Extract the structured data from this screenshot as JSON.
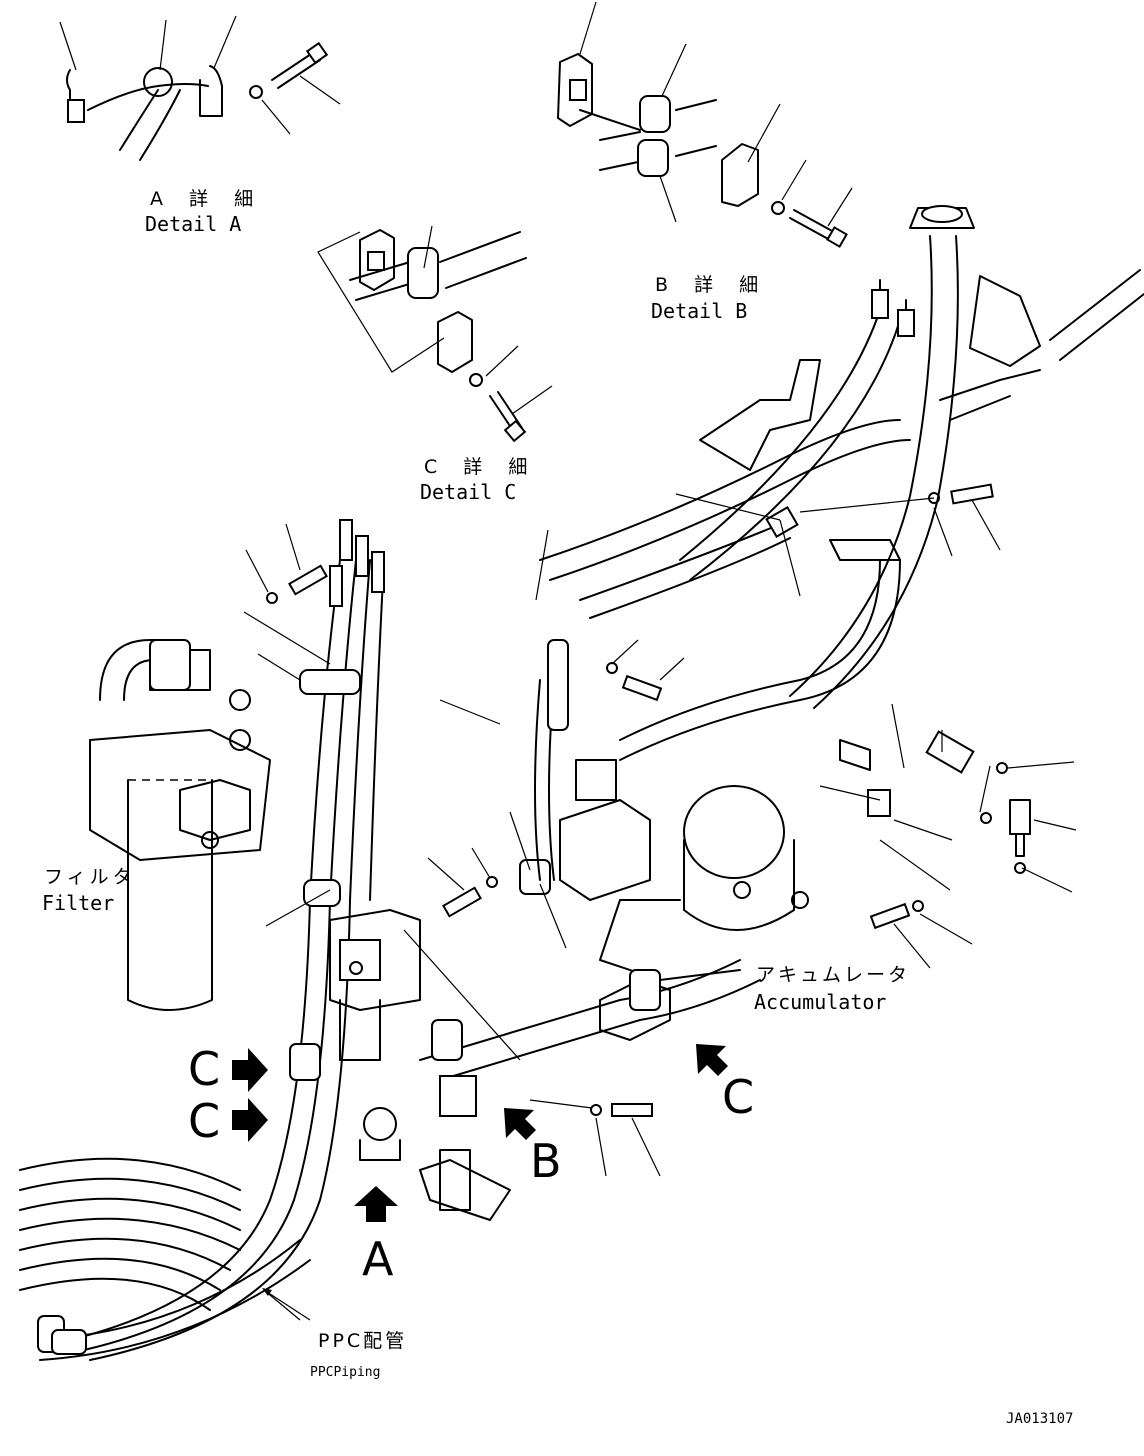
{
  "details": {
    "a": {
      "jp": "A 詳 細",
      "en": "Detail A"
    },
    "b": {
      "jp": "B 詳 細",
      "en": "Detail B"
    },
    "c": {
      "jp": "C 詳 細",
      "en": "Detail C"
    }
  },
  "components": {
    "filter_jp": "フィルタ",
    "filter_en": "Filter",
    "accumulator_jp": "アキュムレータ",
    "accumulator_en": "Accumulator",
    "ppc_jp": "PPC配管",
    "ppc_en": "PPCPiping"
  },
  "view_markers": {
    "c1": "C",
    "c2": "C",
    "c3": "C",
    "b": "B",
    "a": "A"
  },
  "drawing_code": "JA013107"
}
